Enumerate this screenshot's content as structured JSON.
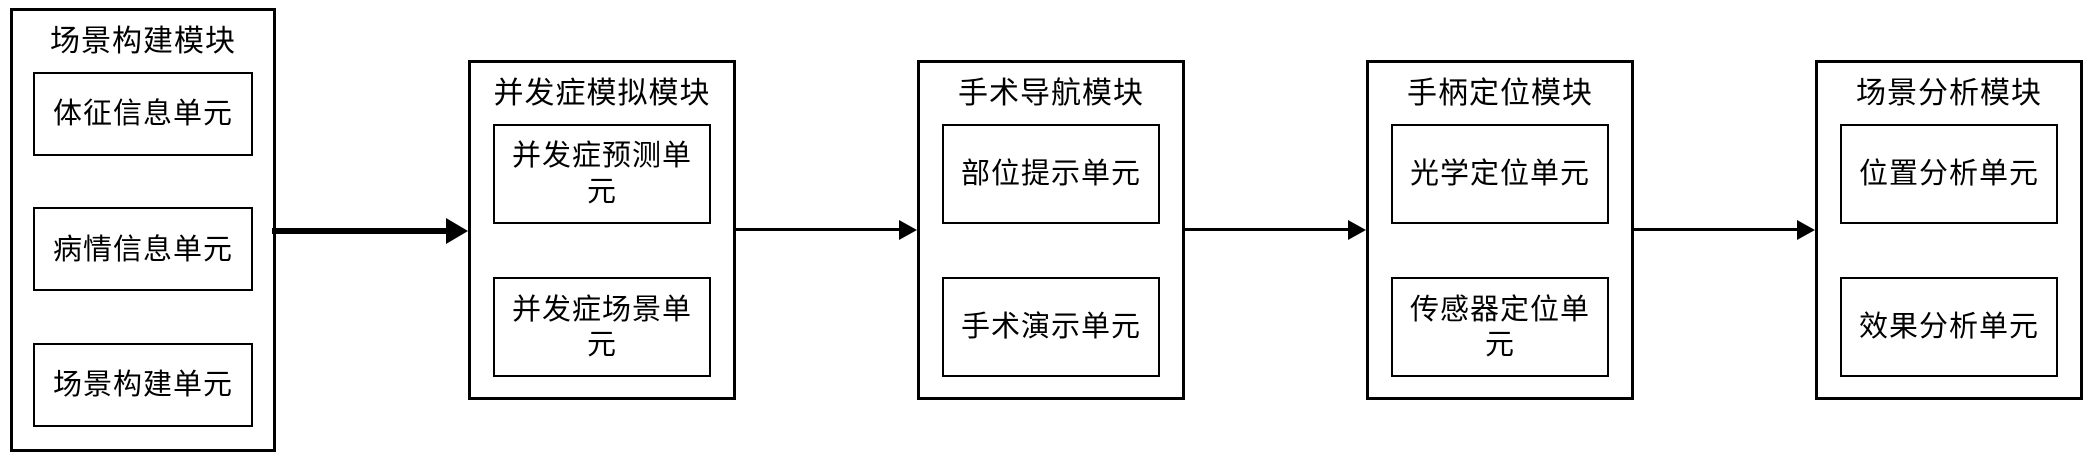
{
  "diagram": {
    "type": "block-diagram",
    "orientation": "left-to-right",
    "background_color": "#ffffff",
    "line_color": "#000000",
    "modules": [
      {
        "id": "scene-construction",
        "title": "场景构建模块",
        "units": [
          {
            "id": "vital-sign-info",
            "label": "体征信息单元"
          },
          {
            "id": "condition-info",
            "label": "病情信息单元"
          },
          {
            "id": "scene-construction-unit",
            "label": "场景构建单元"
          }
        ]
      },
      {
        "id": "complication-simulation",
        "title": "并发症模拟模块",
        "units": [
          {
            "id": "complication-prediction",
            "label": "并发症预测单元"
          },
          {
            "id": "complication-scene",
            "label": "并发症场景单元"
          }
        ]
      },
      {
        "id": "surgical-navigation",
        "title": "手术导航模块",
        "units": [
          {
            "id": "site-prompt",
            "label": "部位提示单元"
          },
          {
            "id": "surgery-demo",
            "label": "手术演示单元"
          }
        ]
      },
      {
        "id": "handle-positioning",
        "title": "手柄定位模块",
        "units": [
          {
            "id": "optical-positioning",
            "label": "光学定位单元"
          },
          {
            "id": "sensor-positioning",
            "label": "传感器定位单元"
          }
        ]
      },
      {
        "id": "scene-analysis",
        "title": "场景分析模块",
        "units": [
          {
            "id": "position-analysis",
            "label": "位置分析单元"
          },
          {
            "id": "effect-analysis",
            "label": "效果分析单元"
          }
        ]
      }
    ],
    "connectors": [
      {
        "id": "arrow-1",
        "from": "scene-construction",
        "to": "complication-simulation",
        "style": "thick",
        "direction": "right"
      },
      {
        "id": "arrow-2",
        "from": "complication-simulation",
        "to": "surgical-navigation",
        "style": "thin",
        "direction": "right"
      },
      {
        "id": "arrow-3",
        "from": "surgical-navigation",
        "to": "handle-positioning",
        "style": "thin",
        "direction": "right"
      },
      {
        "id": "arrow-4",
        "from": "handle-positioning",
        "to": "scene-analysis",
        "style": "thin",
        "direction": "right"
      }
    ]
  }
}
